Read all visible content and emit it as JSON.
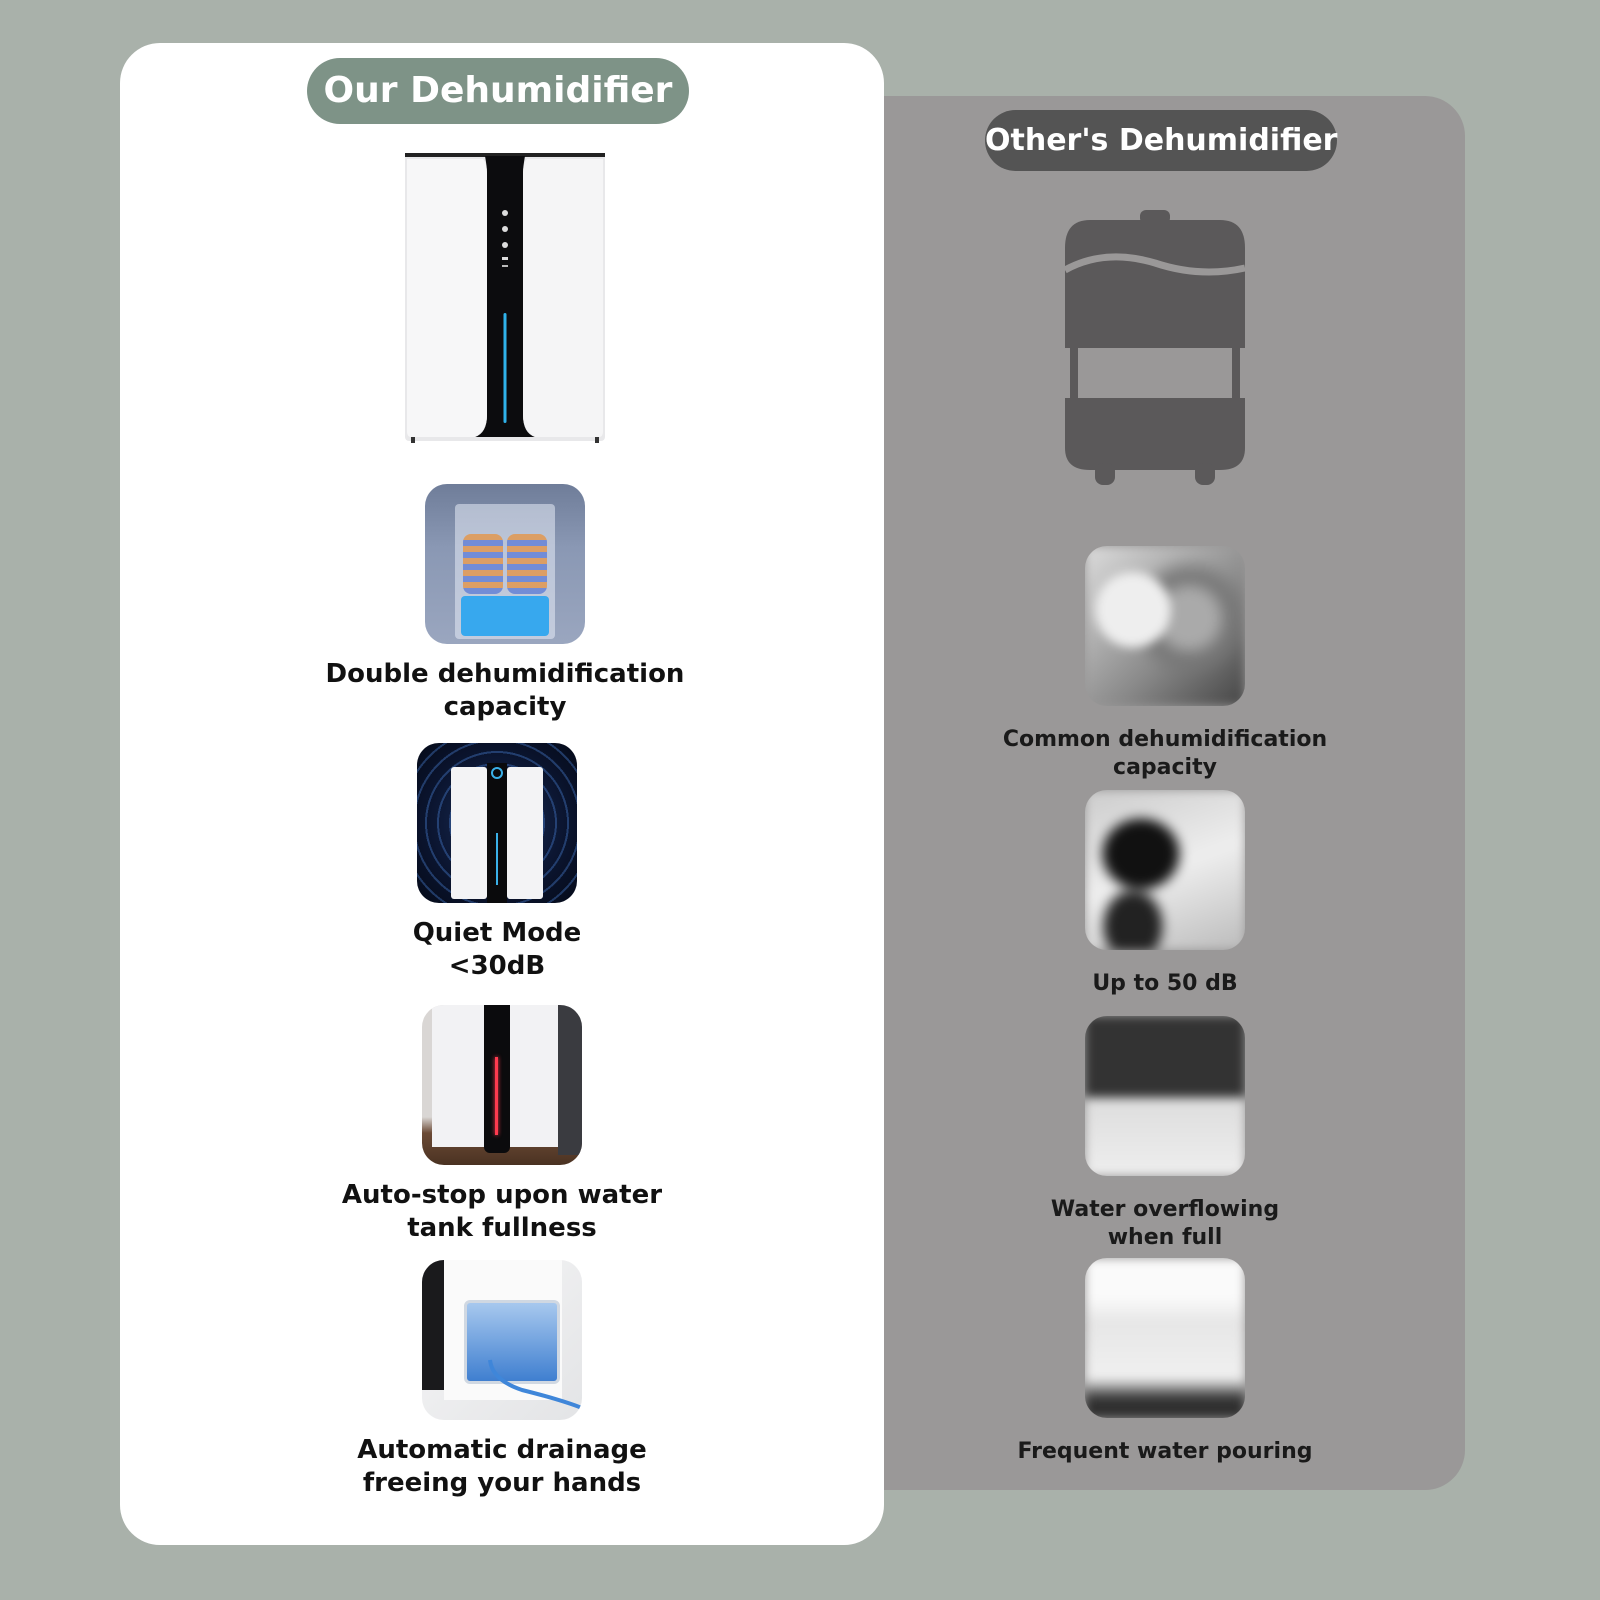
{
  "colors": {
    "background": "#a9b1aa",
    "ours_panel": "#ffffff",
    "others_panel": "#9a9898",
    "ours_pill": "#7e9387",
    "others_pill": "#545454",
    "caption_text": "#111111"
  },
  "ours": {
    "title": "Our Dehumidifier",
    "hero_image": "white-dehumidifier-with-blue-light-bar",
    "features": [
      {
        "caption": "Double dehumidification\ncapacity",
        "image": "transparent-dual-coil-internals"
      },
      {
        "caption": "Quiet Mode\n<30dB",
        "image": "dehumidifier-with-sound-waves"
      },
      {
        "caption": "Auto-stop upon water\ntank fullness",
        "image": "dehumidifier-red-full-indicator"
      },
      {
        "caption": "Automatic drainage\nfreeing your hands",
        "image": "drain-hose-water-tank"
      }
    ]
  },
  "others": {
    "title": "Other's Dehumidifier",
    "hero_image": "generic-dehumidifier-silhouette",
    "features": [
      {
        "caption": "Common dehumidification\ncapacity",
        "image": "blurred-fan"
      },
      {
        "caption": "Up to 50 dB",
        "image": "blurred-unit-closeup"
      },
      {
        "caption": "Water overflowing\nwhen full",
        "image": "blurred-overflowing-tank"
      },
      {
        "caption": "Frequent water pouring",
        "image": "blurred-water-tank"
      }
    ]
  }
}
